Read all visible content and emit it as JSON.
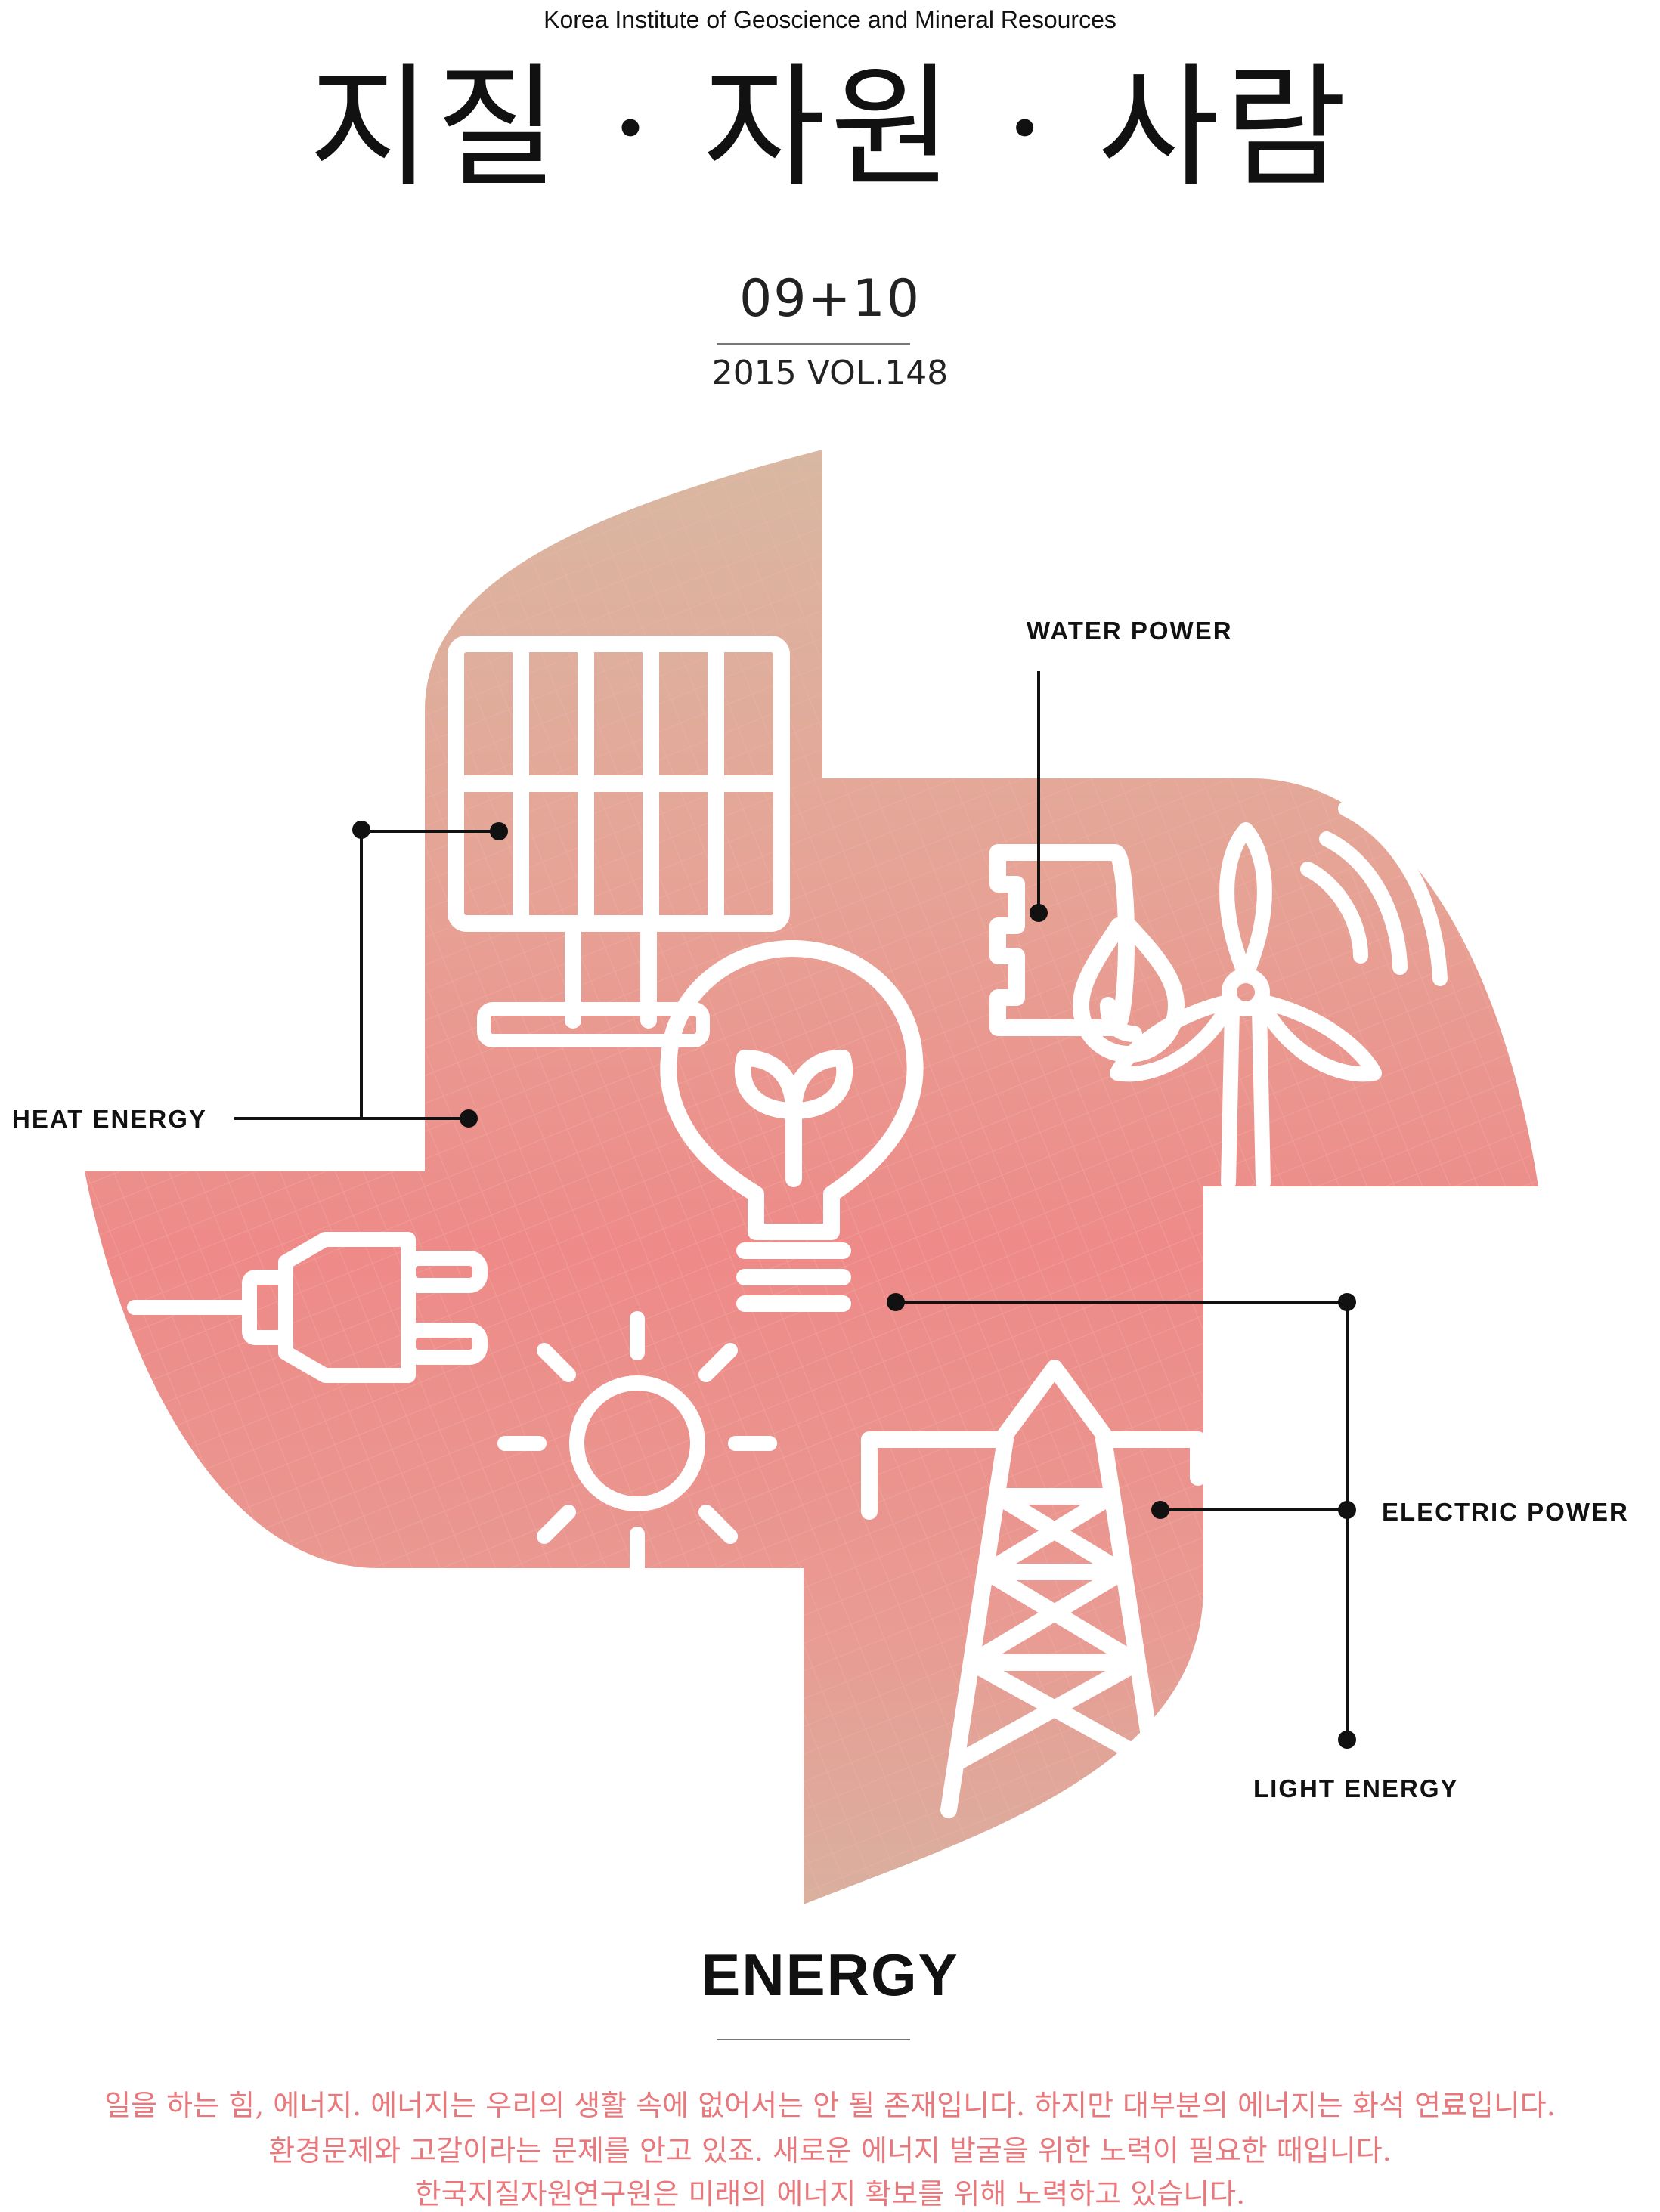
{
  "institute": "Korea Institute of Geoscience and Mineral Resources",
  "title": "지질 · 자원 · 사람",
  "issue": "09+10",
  "volume": "2015 VOL.148",
  "labels": {
    "water_power": "WATER POWER",
    "heat_energy": "HEAT ENERGY",
    "electric_power": "ELECTRIC POWER",
    "light_energy": "LIGHT ENERGY"
  },
  "headline": "ENERGY",
  "description": [
    "일을 하는 힘, 에너지. 에너지는 우리의 생활 속에 없어서는 안 될 존재입니다. 하지만 대부분의 에너지는 화석 연료입니다.",
    "환경문제와 고갈이라는 문제를 안고 있죠. 새로운 에너지 발굴을 위한 노력이 필요한 때입니다.",
    "한국지질자원연구원은 미래의 에너지 확보를 위해 노력하고 있습니다."
  ],
  "colors": {
    "shape_top": "#d6b49e",
    "shape_mid": "#ec8c8a",
    "text_accent": "#e8787c"
  },
  "icons": [
    "solar-panel-icon",
    "light-bulb-icon",
    "plug-icon",
    "sun-icon",
    "water-power-icon",
    "wind-turbine-icon",
    "power-tower-icon"
  ]
}
